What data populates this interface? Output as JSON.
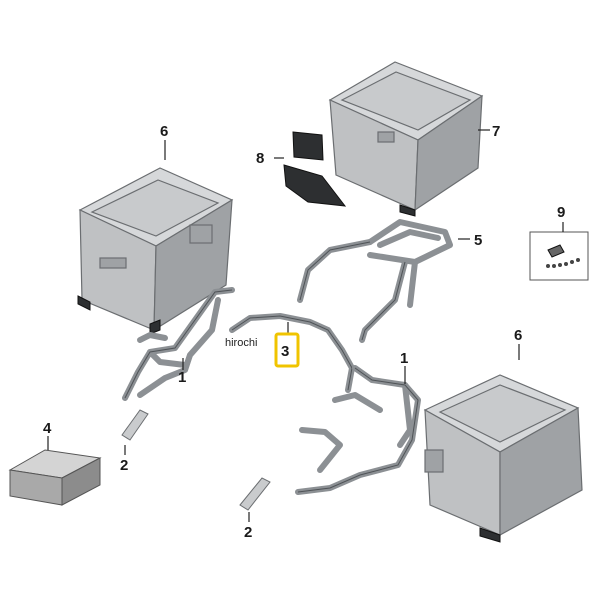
{
  "callouts": {
    "p1_left": "1",
    "p1_right": "1",
    "p2_left": "2",
    "p2_right": "2",
    "p3": "3",
    "p4": "4",
    "p5": "5",
    "p6_left": "6",
    "p6_right": "6",
    "p7": "7",
    "p8": "8",
    "p9": "9"
  },
  "watermark": "hirochi",
  "colors": {
    "highlight": "#f0c400",
    "case": "#bfc1c3",
    "frame": "#8c9094"
  }
}
